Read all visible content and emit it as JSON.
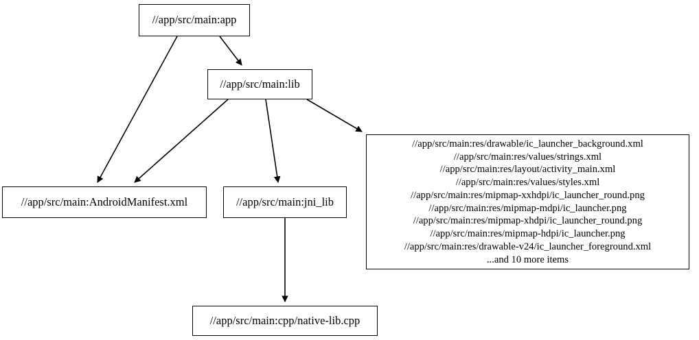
{
  "graph": {
    "type": "directed-dependency-graph",
    "nodes": [
      {
        "id": "app",
        "label": "//app/src/main:app"
      },
      {
        "id": "lib",
        "label": "//app/src/main:lib"
      },
      {
        "id": "manifest",
        "label": "//app/src/main:AndroidManifest.xml"
      },
      {
        "id": "jni_lib",
        "label": "//app/src/main:jni_lib"
      },
      {
        "id": "res",
        "label": "//app/src/main:res/drawable/ic_launcher_background.xml\n//app/src/main:res/values/strings.xml\n//app/src/main:res/layout/activity_main.xml\n//app/src/main:res/values/styles.xml\n//app/src/main:res/mipmap-xxhdpi/ic_launcher_round.png\n//app/src/main:res/mipmap-mdpi/ic_launcher.png\n//app/src/main:res/mipmap-xhdpi/ic_launcher_round.png\n//app/src/main:res/mipmap-hdpi/ic_launcher.png\n//app/src/main:res/drawable-v24/ic_launcher_foreground.xml\n...and 10 more items",
        "lines": [
          "//app/src/main:res/drawable/ic_launcher_background.xml",
          "//app/src/main:res/values/strings.xml",
          "//app/src/main:res/layout/activity_main.xml",
          "//app/src/main:res/values/styles.xml",
          "//app/src/main:res/mipmap-xxhdpi/ic_launcher_round.png",
          "//app/src/main:res/mipmap-mdpi/ic_launcher.png",
          "//app/src/main:res/mipmap-xhdpi/ic_launcher_round.png",
          "//app/src/main:res/mipmap-hdpi/ic_launcher.png",
          "//app/src/main:res/drawable-v24/ic_launcher_foreground.xml",
          "...and 10 more items"
        ]
      },
      {
        "id": "native_lib",
        "label": "//app/src/main:cpp/native-lib.cpp"
      }
    ],
    "edges": [
      {
        "from": "app",
        "to": "manifest"
      },
      {
        "from": "app",
        "to": "lib"
      },
      {
        "from": "lib",
        "to": "manifest"
      },
      {
        "from": "lib",
        "to": "jni_lib"
      },
      {
        "from": "lib",
        "to": "res"
      },
      {
        "from": "jni_lib",
        "to": "native_lib"
      }
    ],
    "colors": {
      "background": "#ffffff",
      "node_border": "#000000",
      "node_fill": "#ffffff",
      "edge": "#000000",
      "text": "#000000"
    }
  }
}
